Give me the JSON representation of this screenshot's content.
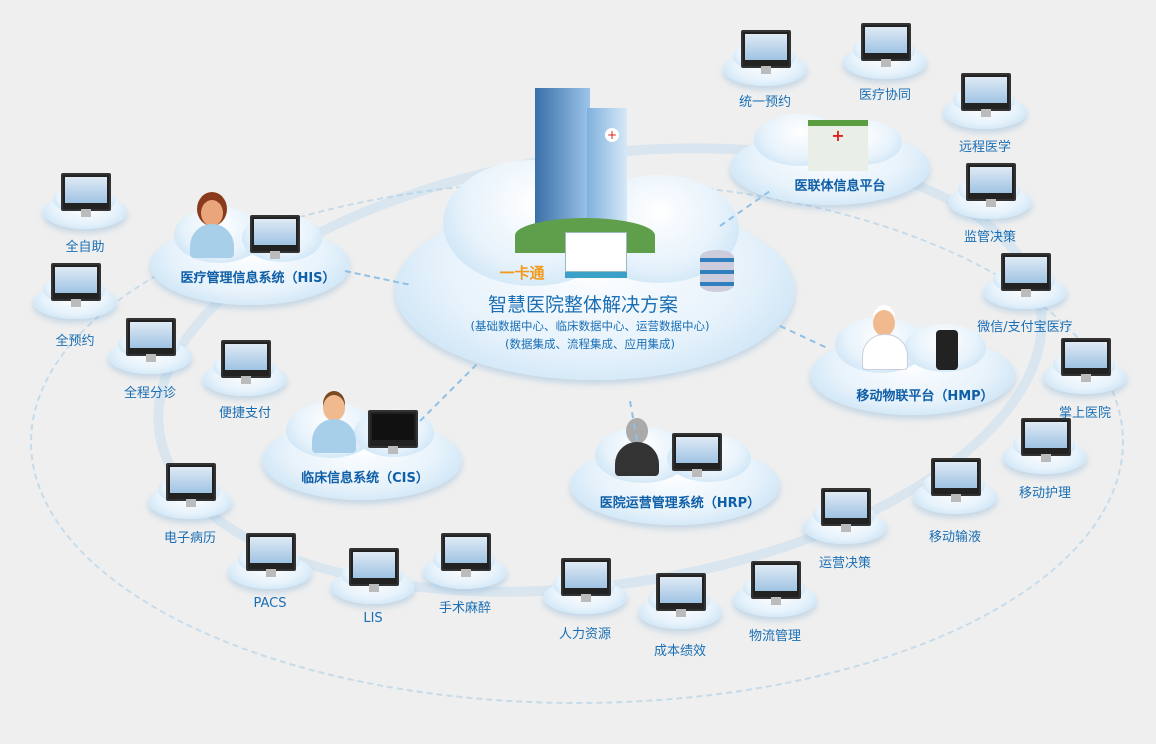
{
  "center": {
    "card_label": "一卡通",
    "title": "智慧医院整体解决方案",
    "subtitle_1": "(基础数据中心、临床数据中心、运营数据中心)",
    "subtitle_2": "(数据集成、流程集成、应用集成)"
  },
  "platforms": {
    "his": "医疗管理信息系统（HIS）",
    "cis": "临床信息系统（CIS）",
    "hrp": "医院运营管理系统（HRP）",
    "hmp": "移动物联平台（HMP）",
    "alliance": "医联体信息平台"
  },
  "satellites": [
    {
      "label": "全自助",
      "icon": "kiosk-icon"
    },
    {
      "label": "全预约",
      "icon": "monitor-icon"
    },
    {
      "label": "全程分诊",
      "icon": "monitor-icon"
    },
    {
      "label": "便捷支付",
      "icon": "payment-card-icon"
    },
    {
      "label": "电子病历",
      "icon": "laptop-icon"
    },
    {
      "label": "PACS",
      "icon": "ct-scan-monitor-icon"
    },
    {
      "label": "LIS",
      "icon": "laptop-icon"
    },
    {
      "label": "手术麻醉",
      "icon": "binders-icon"
    },
    {
      "label": "人力资源",
      "icon": "monitor-icon"
    },
    {
      "label": "成本绩效",
      "icon": "dollar-monitor-icon"
    },
    {
      "label": "物流管理",
      "icon": "truck-monitor-icon"
    },
    {
      "label": "运营决策",
      "icon": "laptop-icon"
    },
    {
      "label": "移动输液",
      "icon": "infusion-icon"
    },
    {
      "label": "移动护理",
      "icon": "pda-icon"
    },
    {
      "label": "掌上医院",
      "icon": "smartphone-icon"
    },
    {
      "label": "微信/支付宝医疗",
      "icon": "phone-wechat-icon"
    },
    {
      "label": "监管决策",
      "icon": "monitor-icon"
    },
    {
      "label": "远程医学",
      "icon": "telemedicine-icon"
    },
    {
      "label": "医疗协同",
      "icon": "doctors-icon"
    },
    {
      "label": "统一预约",
      "icon": "monitor-icon"
    }
  ],
  "colors": {
    "text": "#1a6fb5",
    "card": "#f29a1d",
    "background": "#efefef"
  }
}
